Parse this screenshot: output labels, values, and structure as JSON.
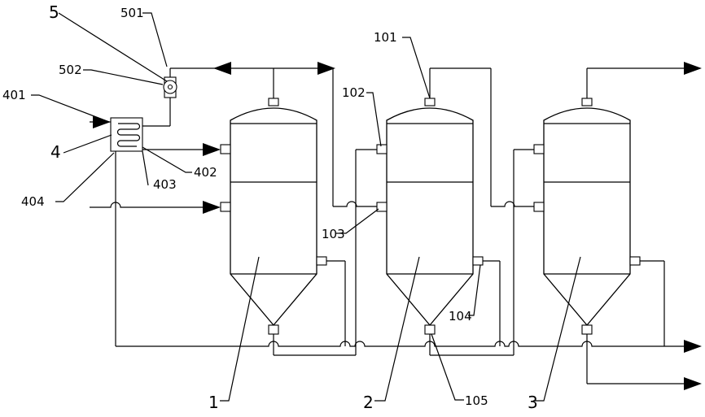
{
  "labels": {
    "tank1": "1",
    "tank2": "2",
    "tank3": "3",
    "heater": "4",
    "pump": "5",
    "t101": "101",
    "t102": "102",
    "t103": "103",
    "t104": "104",
    "t105": "105",
    "t401": "401",
    "t402": "402",
    "t403": "403",
    "t404": "404",
    "t501": "501",
    "t502": "502"
  }
}
